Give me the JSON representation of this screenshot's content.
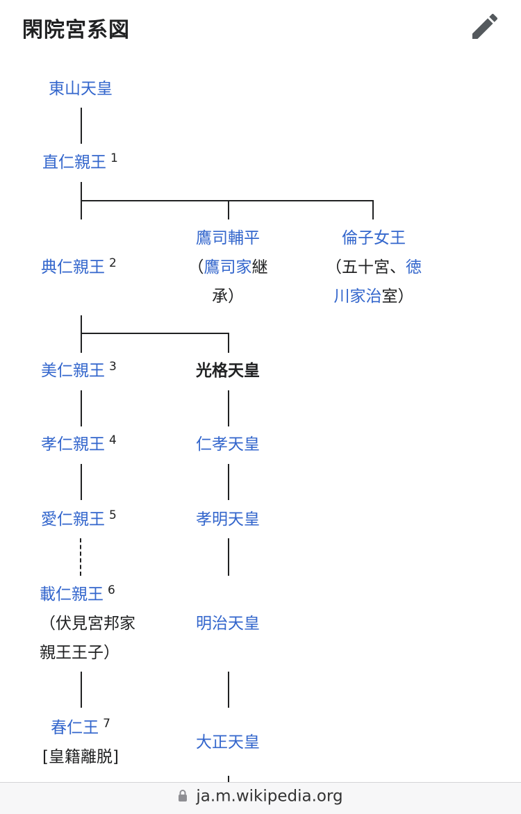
{
  "header": {
    "title": "閑院宮系図"
  },
  "nodes": {
    "higashiyama": "東山天皇",
    "naohito": "直仁親王",
    "naohito_num": "1",
    "sukehira": "鷹司輔平",
    "sukehira_p1": "（",
    "sukehira_link": "鷹司家",
    "sukehira_p2": "継",
    "sukehira_p3": "承）",
    "tomoko": "倫子女王",
    "tomoko_p1": "（五十宮、",
    "tomoko_link1": "徳",
    "tomoko_link2": "川家治",
    "tomoko_p2": "室）",
    "sukehito": "典仁親王",
    "sukehito_num": "2",
    "haruhito": "美仁親王",
    "haruhito_num": "3",
    "kokaku": "光格天皇",
    "takahito": "孝仁親王",
    "takahito_num": "4",
    "ninko": "仁孝天皇",
    "naruhito": "愛仁親王",
    "naruhito_num": "5",
    "komei": "孝明天皇",
    "kotohito": "載仁親王",
    "kotohito_num": "6",
    "kotohito_p1": "（伏見宮邦家",
    "kotohito_p2": "親王王子）",
    "meiji": "明治天皇",
    "haruhito2": "春仁王",
    "haruhito2_num": "7",
    "haruhito2_note": "[皇籍離脱]",
    "taisho": "大正天皇"
  },
  "footer": {
    "url": "ja.m.wikipedia.org",
    "icon": "lock-icon"
  },
  "edit_icon": "pencil-icon"
}
